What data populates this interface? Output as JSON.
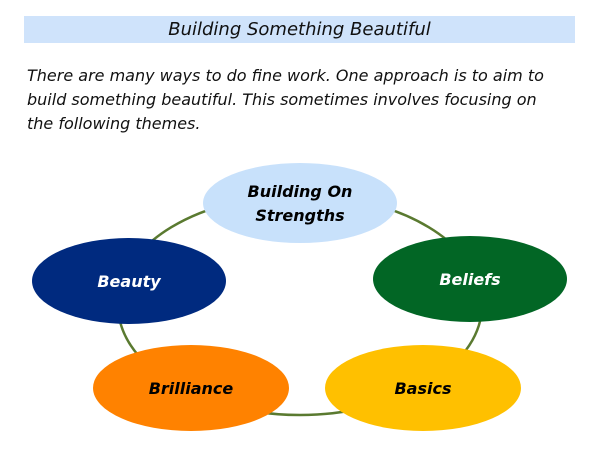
{
  "title": "Building Something Beautiful",
  "intro": [
    "There are many ways to do fine work. One approach is to aim to",
    "build something beautiful. This sometimes involves focusing on",
    "the following themes."
  ],
  "themes": [
    {
      "label_lines": [
        "Building On",
        "Strengths"
      ],
      "fill": "#c8e1fb",
      "text_color": "#000000"
    },
    {
      "label_lines": [
        "Beliefs"
      ],
      "fill": "#026625",
      "text_color": "#ffffff"
    },
    {
      "label_lines": [
        "Basics"
      ],
      "fill": "#ffc000",
      "text_color": "#000000"
    },
    {
      "label_lines": [
        "Brilliance"
      ],
      "fill": "#ff8200",
      "text_color": "#000000"
    },
    {
      "label_lines": [
        "Beauty"
      ],
      "fill": "#002a7f",
      "text_color": "#ffffff"
    }
  ],
  "ring_color": "#5a7a30"
}
